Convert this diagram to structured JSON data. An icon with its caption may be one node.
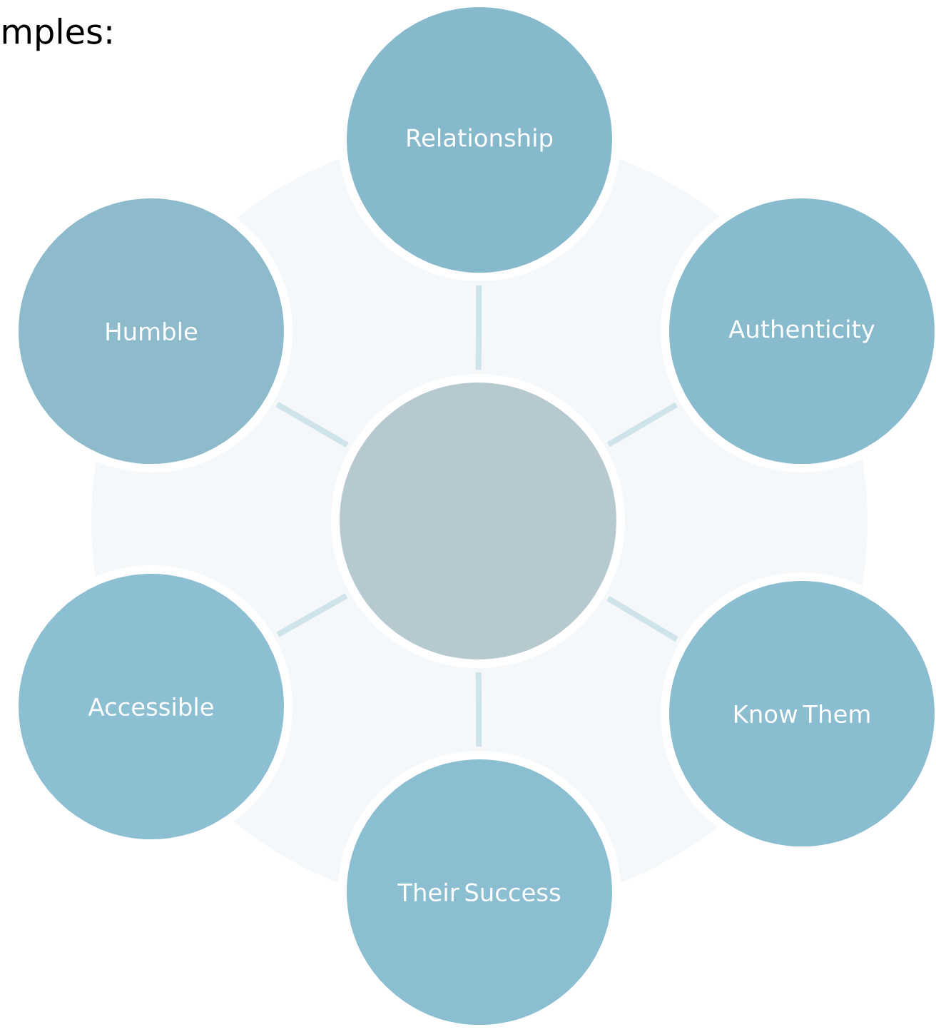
{
  "diagram": {
    "nodes": [
      {
        "text": [],
        "shape": "circle"
      },
      {
        "text": [
          "Relationship"
        ]
      },
      {
        "text": [
          "Authenticity"
        ]
      },
      {
        "text": [
          "Know Them"
        ]
      },
      {
        "text": [
          "Their Success"
        ]
      },
      {
        "text": [
          "Accessible"
        ]
      },
      {
        "text": [
          "Humble"
        ]
      }
    ],
    "edges": [
      {
        "from": 0,
        "to": 1,
        "arrow": "none"
      },
      {
        "from": 0,
        "to": 2,
        "arrow": "none"
      },
      {
        "from": 0,
        "to": 3,
        "arrow": "none"
      },
      {
        "from": 0,
        "to": 4,
        "arrow": "none"
      },
      {
        "from": 0,
        "to": 5,
        "arrow": "none"
      },
      {
        "from": 0,
        "to": 6,
        "arrow": "none"
      }
    ],
    "labels": [
      "mples:"
    ]
  }
}
